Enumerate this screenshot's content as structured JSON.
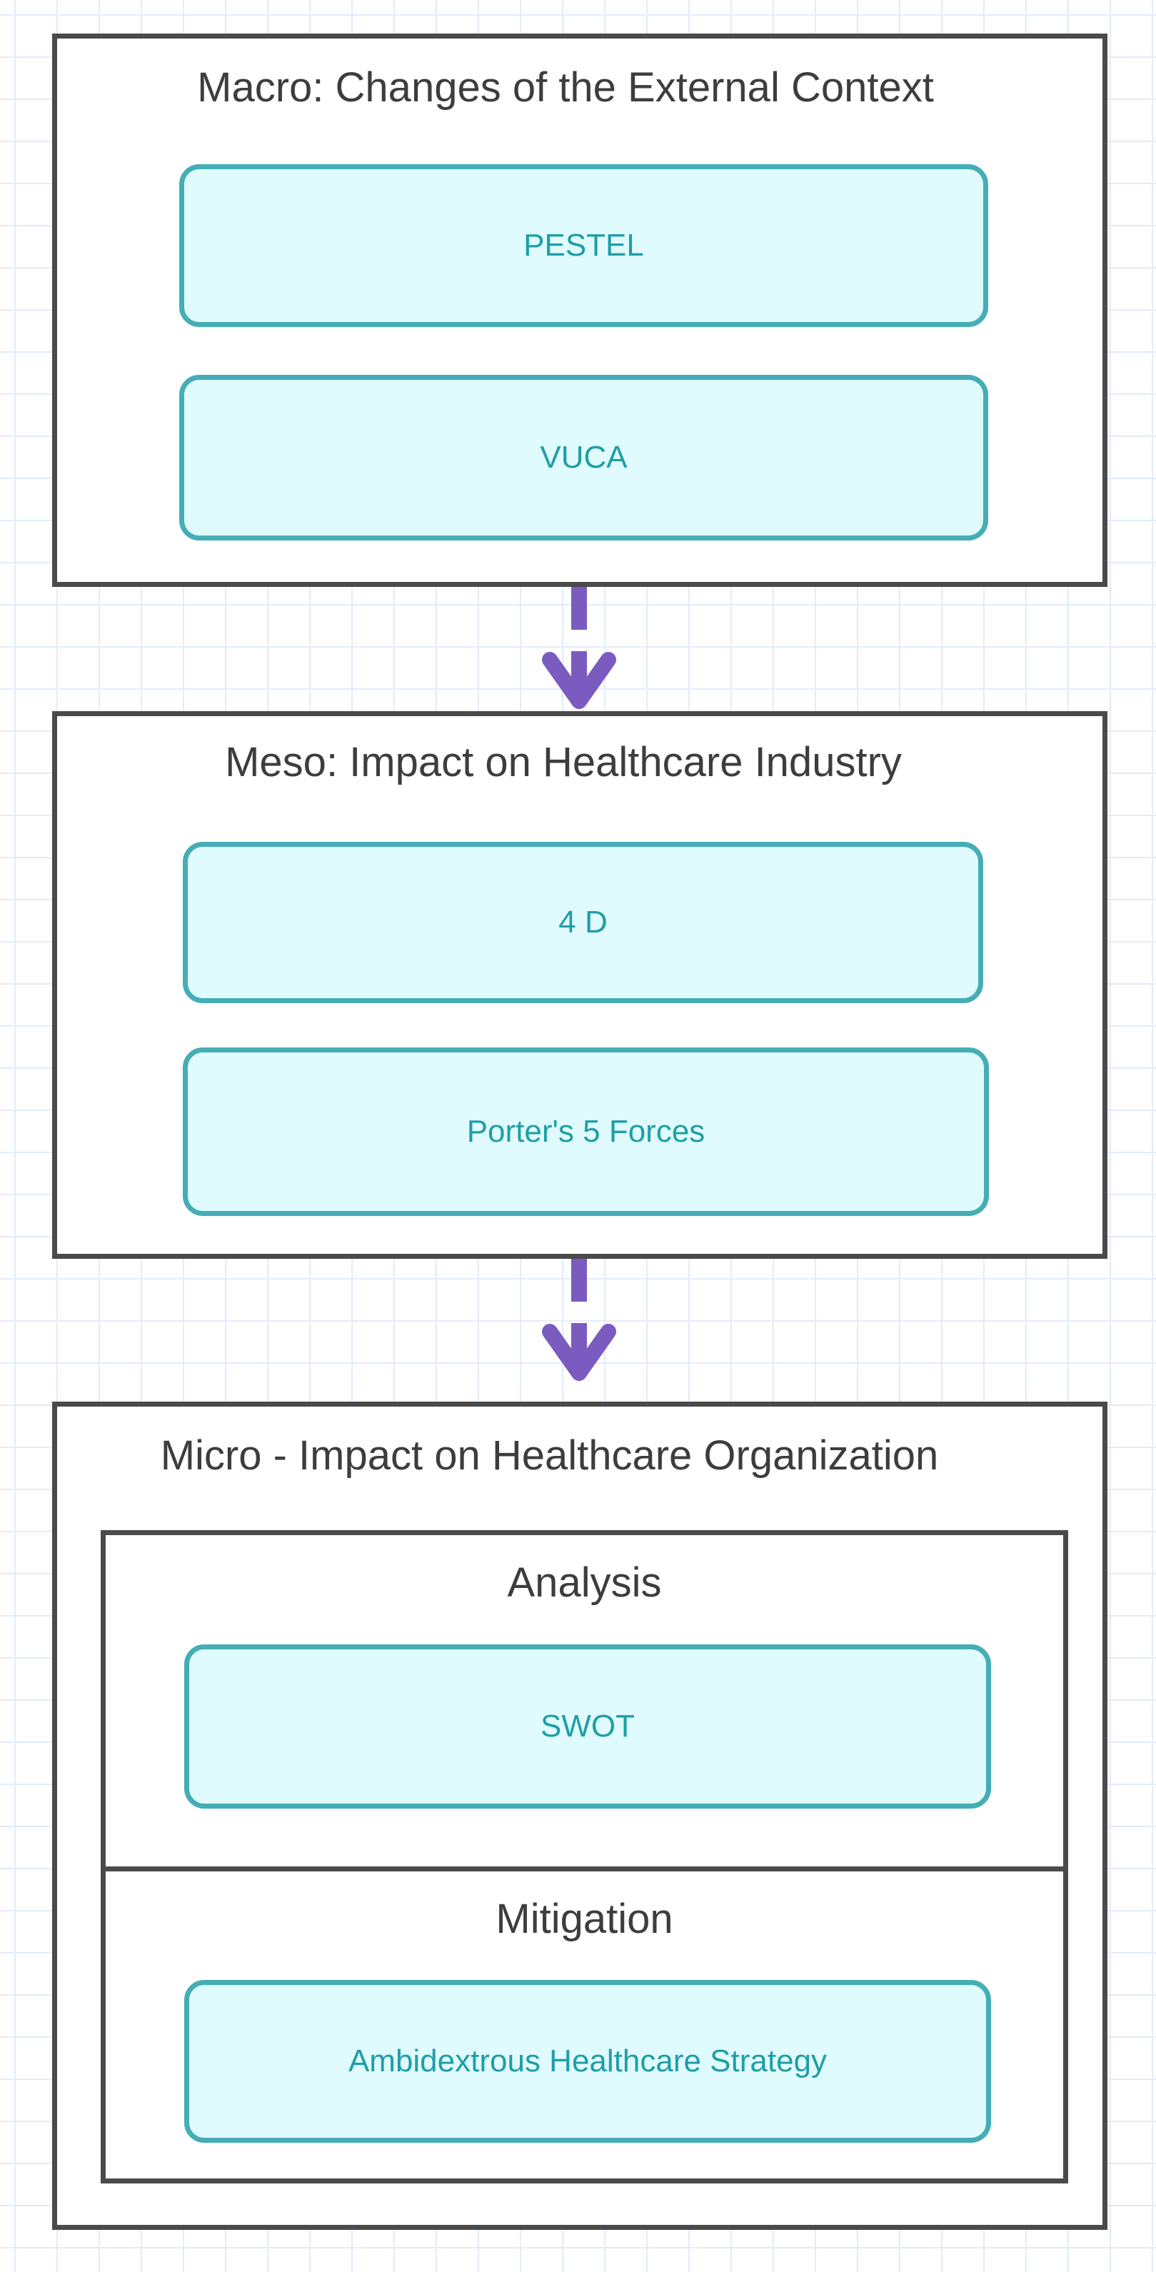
{
  "diagram": {
    "macro": {
      "title": "Macro: Changes of the External Context",
      "nodes": [
        "PESTEL",
        "VUCA"
      ]
    },
    "meso": {
      "title": "Meso: Impact on Healthcare Industry",
      "nodes": [
        "4 D",
        "Porter's 5 Forces"
      ]
    },
    "micro": {
      "title": "Micro - Impact on Healthcare Organization",
      "analysis": {
        "title": "Analysis",
        "node": "SWOT"
      },
      "mitigation": {
        "title": "Mitigation",
        "node": "Ambidextrous Healthcare Strategy"
      }
    }
  },
  "colors": {
    "container_border": "#4a4a4a",
    "node_border": "#45adb5",
    "node_fill": "#e0fbfd",
    "node_text": "#1f9ea8",
    "arrow": "#7b5bbf",
    "grid": "#e3ecf8"
  }
}
